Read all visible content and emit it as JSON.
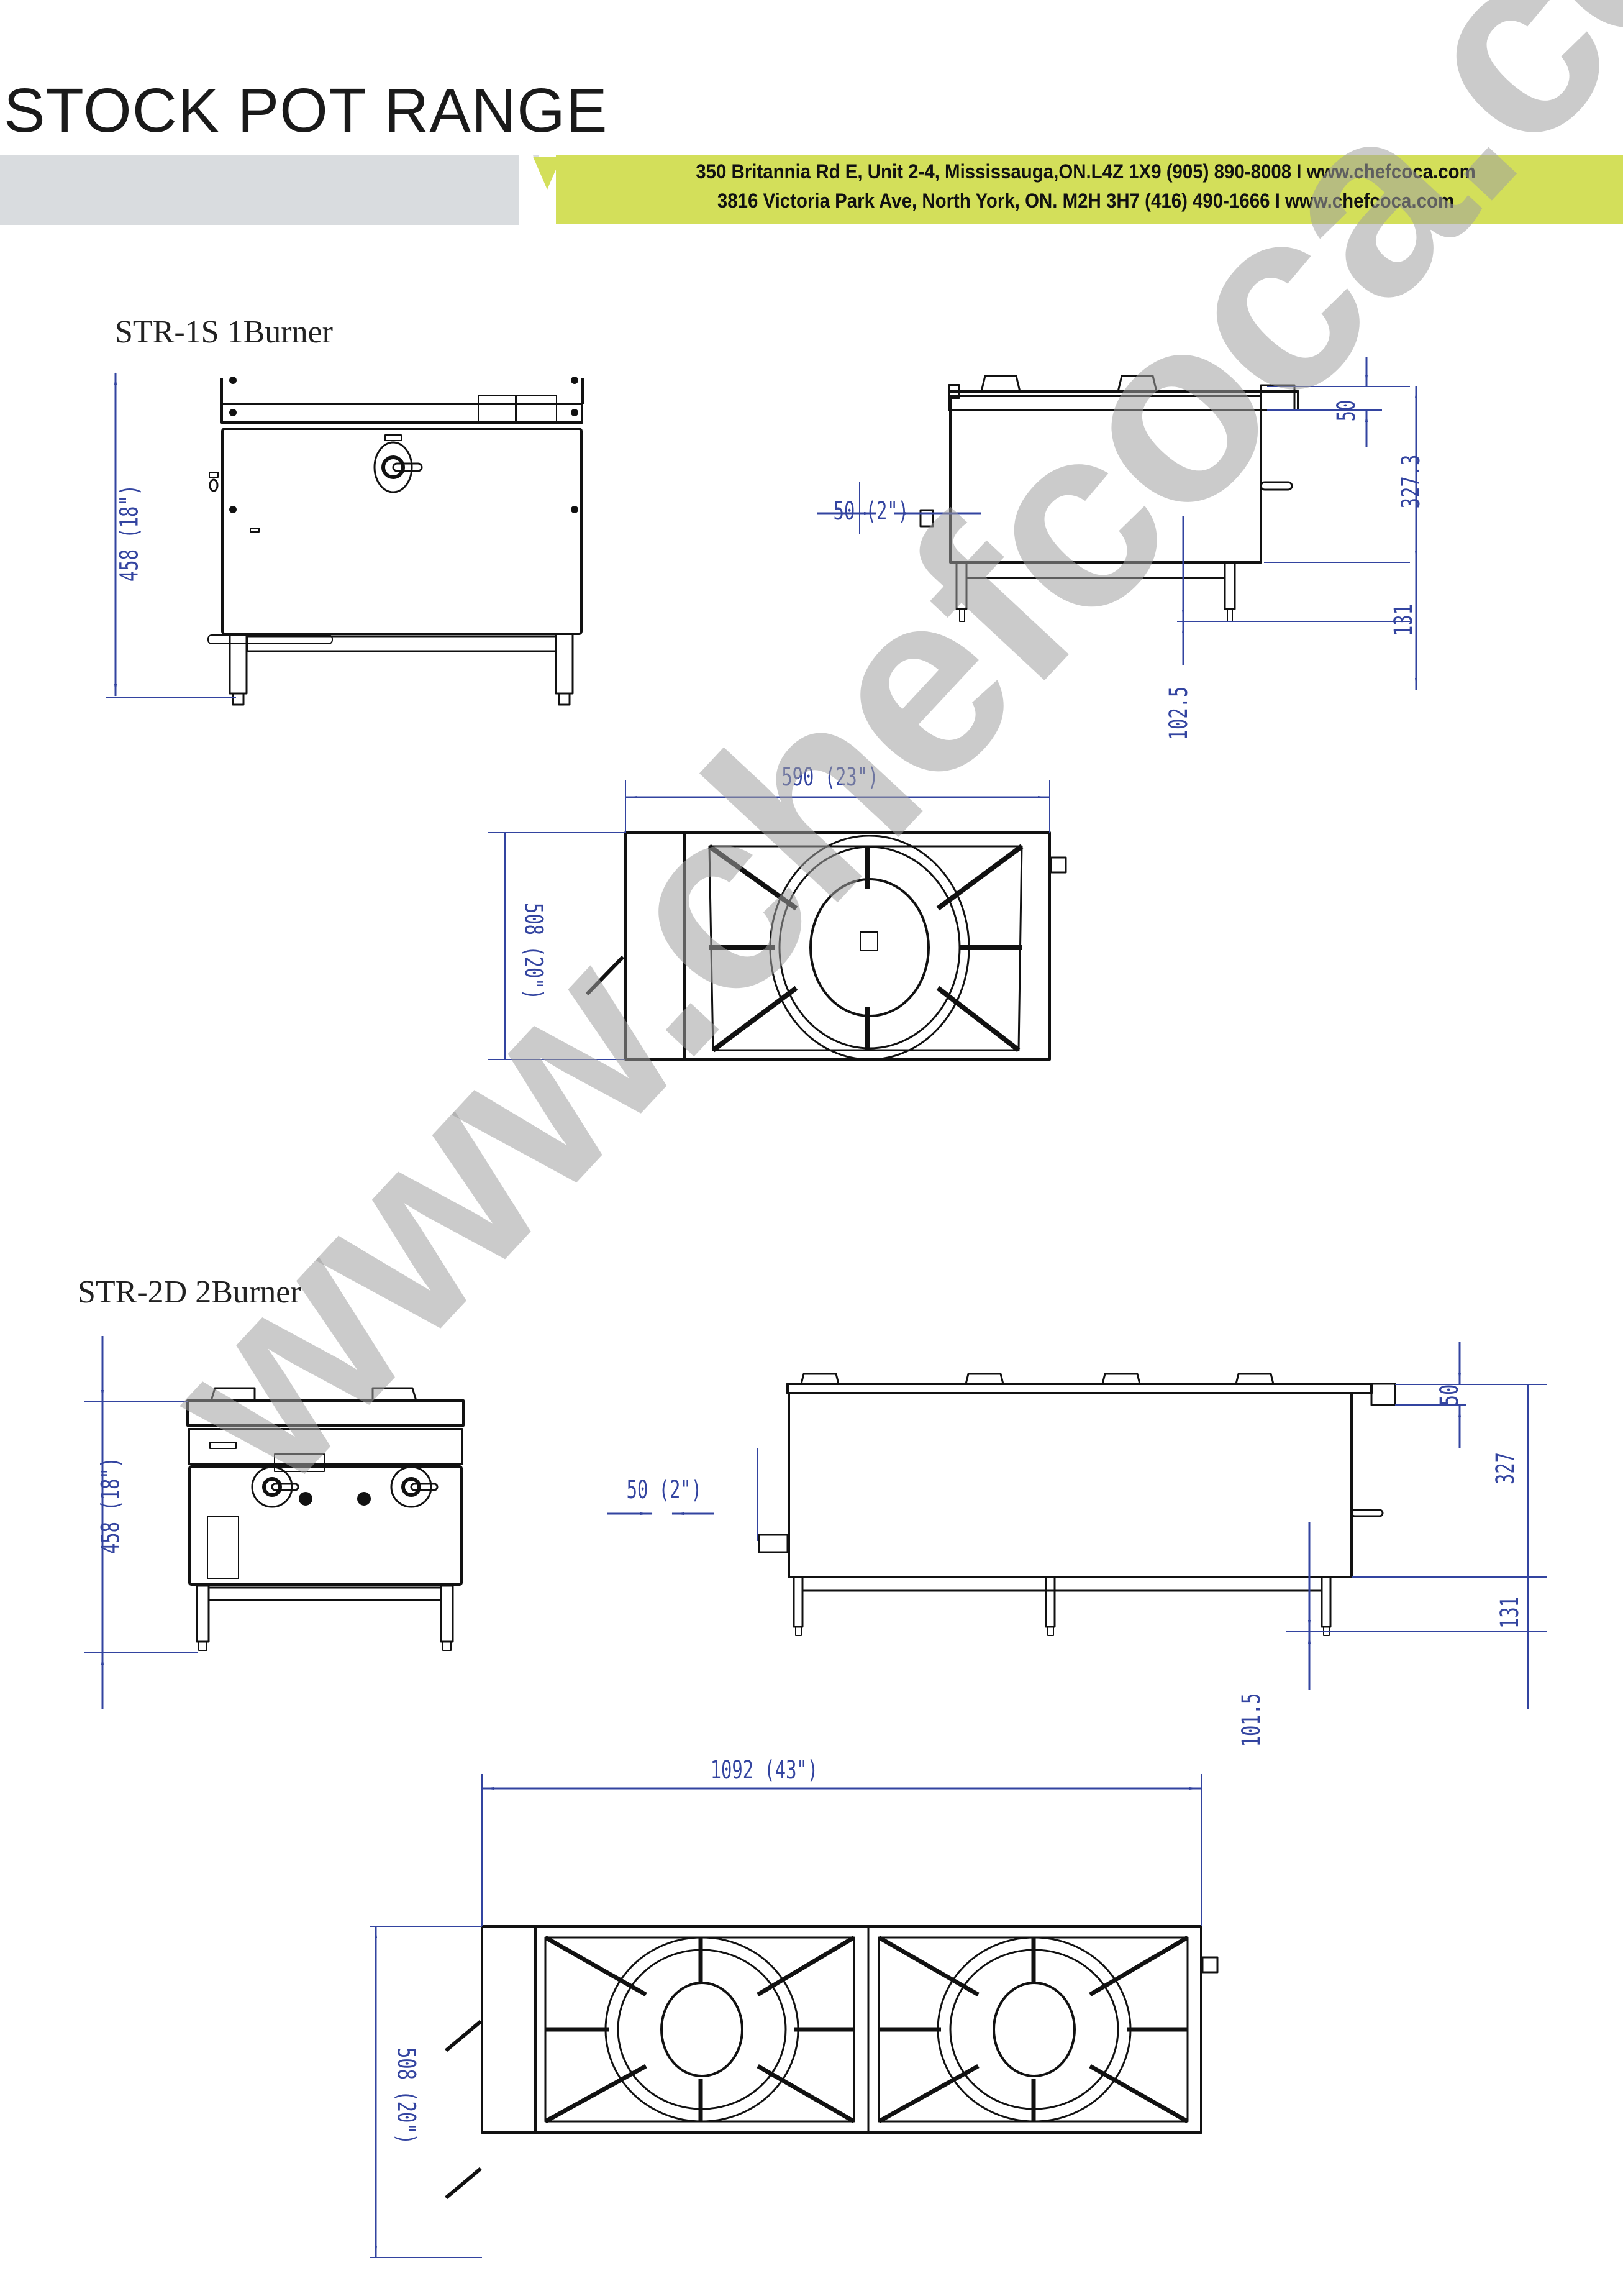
{
  "header": {
    "title": "STOCK POT RANGE",
    "address_line_1": "350 Britannia Rd E, Unit 2-4, Mississauga,ON.L4Z 1X9  (905) 890-8008 I www.chefcoca.com",
    "address_line_2": "3816 Victoria Park Ave, North York, ON. M2H 3H7   (416) 490-1666 I www.chefcoca.com",
    "colors": {
      "grey_band": "#d9dcdf",
      "green_band": "#d3df5a",
      "dimension_blue": "#3344a0"
    }
  },
  "models": [
    {
      "name": "STR-1S 1Burner",
      "front_view": {
        "height_label": "458 (18\")"
      },
      "side_view": {
        "gas_inlet_label": "50 (2\")",
        "top_label": "50",
        "body_label": "327.3",
        "legs_label": "131",
        "leg_detail_label": "102.5"
      },
      "top_view": {
        "width_label": "590 (23\")",
        "depth_label": "508 (20\")"
      }
    },
    {
      "name": "STR-2D 2Burner",
      "front_view": {
        "height_label": "458 (18\")"
      },
      "side_view": {
        "gas_inlet_label": "50 (2\")",
        "top_label": "50",
        "body_label": "327",
        "legs_label": "131",
        "leg_detail_label": "101.5"
      },
      "top_view": {
        "width_label": "1092 (43\")",
        "depth_label": "508 (20\")"
      }
    }
  ],
  "watermark": "www.chefcoca.com"
}
